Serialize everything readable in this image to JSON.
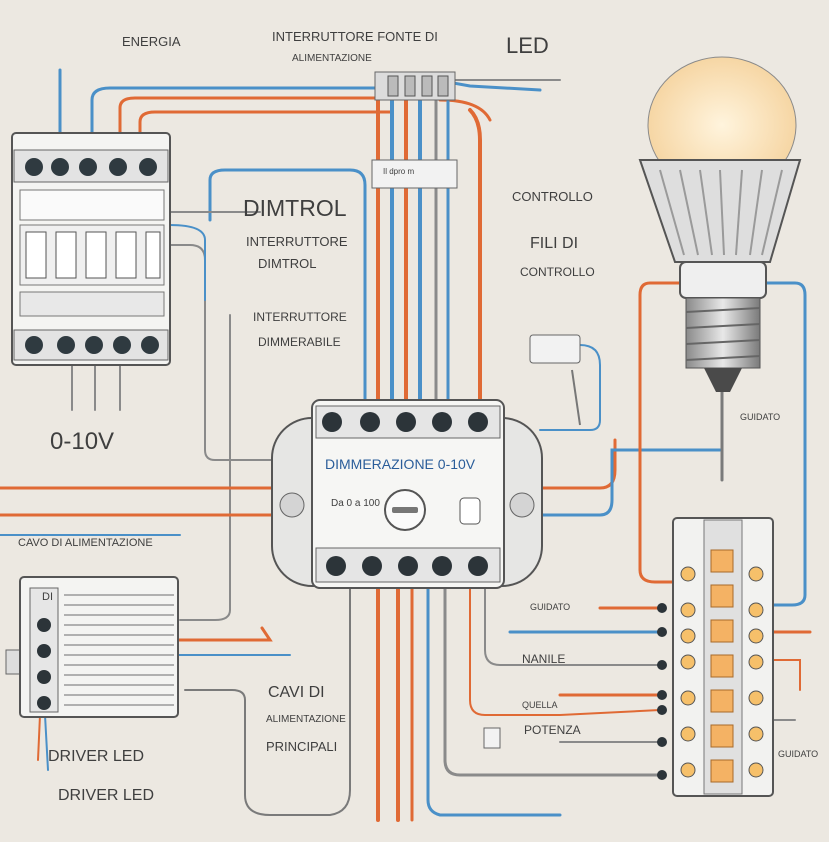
{
  "labels": {
    "energia": "ENERGIA",
    "interruttore_fonte_1": "INTERRUTTORE FONTE DI",
    "interruttore_fonte_2": "ALIMENTAZIONE",
    "led": "LED",
    "dimtrol": "DIMTROL",
    "interruttore_dimtrol_1": "INTERRUTTORE",
    "interruttore_dimtrol_2": "DIMTROL",
    "interruttore_dimmerabile_1": "INTERRUTTORE",
    "interruttore_dimmerabile_2": "DIMMERABILE",
    "controllo": "CONTROLLO",
    "fili_di": "FILI DI",
    "controllo_2": "CONTROLLO",
    "zero_ten_v": "0-10V",
    "guidato_1": "GUIDATO",
    "guidato_2": "GUIDATO",
    "guidato_3": "GUIDATO",
    "dimmerazione": "DIMMERAZIONE 0-10V",
    "da_0_a_100": "Da 0 a 100",
    "cavo_alimentazione": "CAVO DI ALIMENTAZIONE",
    "driver_di": "DI",
    "driver_led_1": "DRIVER LED",
    "driver_led_2": "DRIVER LED",
    "cavi_di": "CAVI DI",
    "alimentazione": "ALIMENTAZIONE",
    "principali": "PRINCIPALI",
    "nanile": "NANILE",
    "quella": "QUELLA",
    "potenza": "POTENZA",
    "connector_text": "Il dpro m"
  },
  "colors": {
    "background": "#ece8e1",
    "wire_blue": "#4a90c8",
    "wire_orange": "#e06a35",
    "wire_gray": "#7a7a7a",
    "device_body": "#f4f4f2",
    "device_outline": "#555555",
    "bulb_glow": "#fbe3b8"
  },
  "icons": {
    "breaker": "breaker-panel-icon",
    "bulb": "led-bulb-icon",
    "dimmer": "dimmer-module-icon",
    "driver": "led-driver-icon",
    "strip": "led-strip-icon"
  }
}
